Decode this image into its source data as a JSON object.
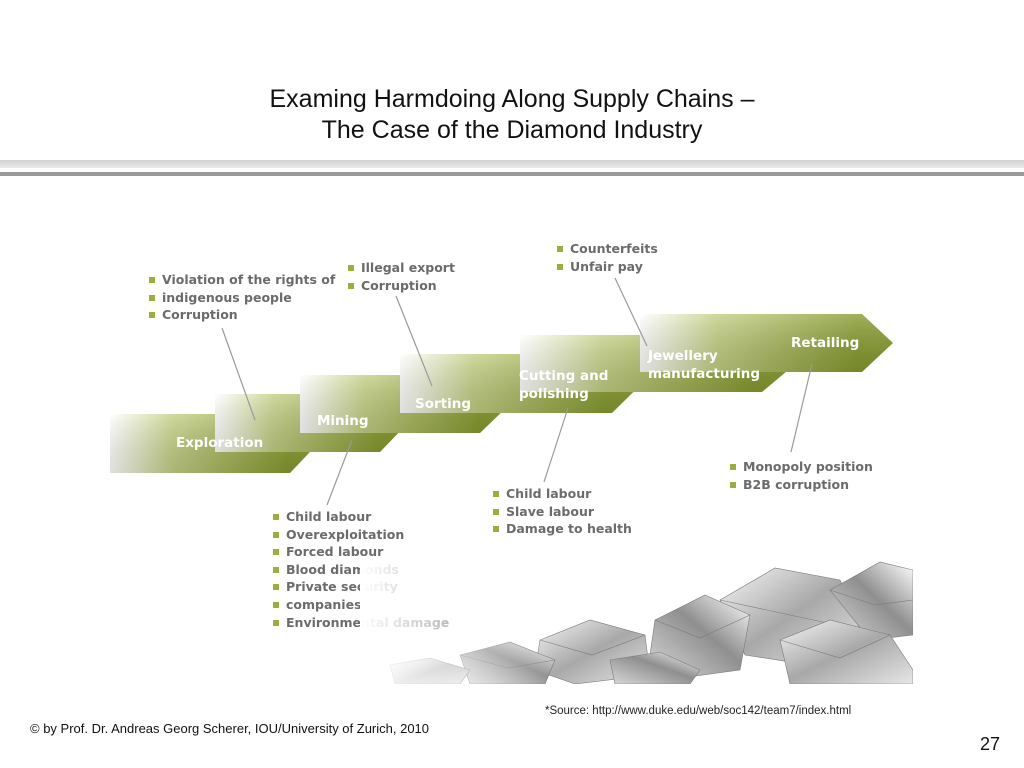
{
  "title": {
    "line1": "Examing Harmdoing Along Supply Chains –",
    "line2": "The Case of the Diamond Industry"
  },
  "stages": [
    {
      "id": "exploration",
      "label": "Exploration"
    },
    {
      "id": "mining",
      "label": "Mining"
    },
    {
      "id": "sorting",
      "label": "Sorting"
    },
    {
      "id": "cutting",
      "label_lines": [
        "Cutting and",
        "polishing"
      ]
    },
    {
      "id": "jewellery",
      "label_lines": [
        "Jewellery",
        "manufacturing"
      ]
    },
    {
      "id": "retailing",
      "label": "Retailing"
    }
  ],
  "harms": {
    "exploration": [
      "Violation of the rights of",
      "indigenous people",
      "Corruption"
    ],
    "mining": [
      "Child labour",
      "Overexploitation",
      "Forced labour",
      "Blood diamonds",
      "Private security",
      "companies",
      "Environmental damage"
    ],
    "sorting": [
      "Illegal export",
      "Corruption"
    ],
    "cutting": [
      "Child labour",
      "Slave labour",
      "Damage to health"
    ],
    "jewellery": [
      "Counterfeits",
      "Unfair pay"
    ],
    "retailing": [
      "Monopoly position",
      "B2B corruption"
    ]
  },
  "colors": {
    "arrow_dark": "#869a2e",
    "arrow_light": "#c3cf84",
    "bullet": "#9ab03c",
    "callout_line": "#9a9a9a"
  },
  "image": {
    "subject": "diamonds-photo"
  },
  "footer": {
    "source": "*Source: http://www.duke.edu/web/soc142/team7/index.html",
    "copyright": "© by Prof. Dr. Andreas Georg Scherer, IOU/University of Zurich, 2010",
    "page_number": "27"
  }
}
